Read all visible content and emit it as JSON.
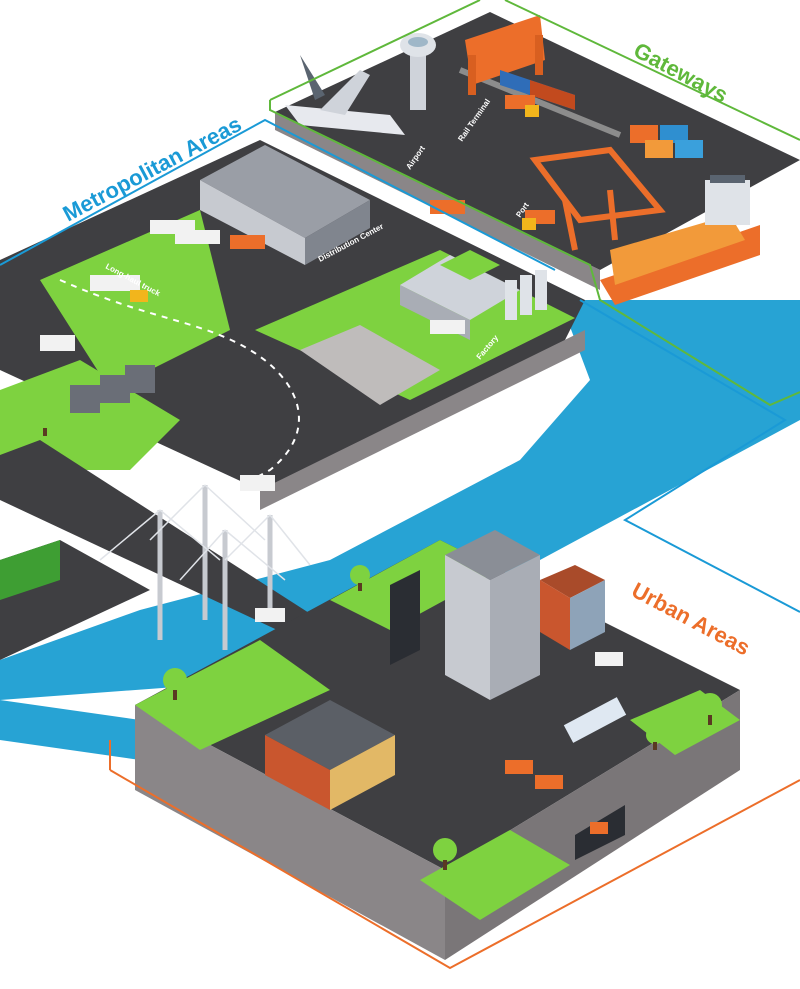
{
  "sections": {
    "gateways": "Gateways",
    "metro": "Metropolitan Areas",
    "urban": "Urban Areas"
  },
  "labels": {
    "airport": "Airport",
    "rail_terminal": "Rail Terminal",
    "port": "Port",
    "distribution_center": "Distribution Center",
    "long_haul_truck": "Long-haul truck",
    "factory": "Factory"
  },
  "colors": {
    "gateways": "#5fb83b",
    "metro": "#1a9ad6",
    "urban": "#ec6e2a",
    "water": "#27a3d4",
    "grass": "#7ed240",
    "asphalt": "#3f3f42"
  }
}
